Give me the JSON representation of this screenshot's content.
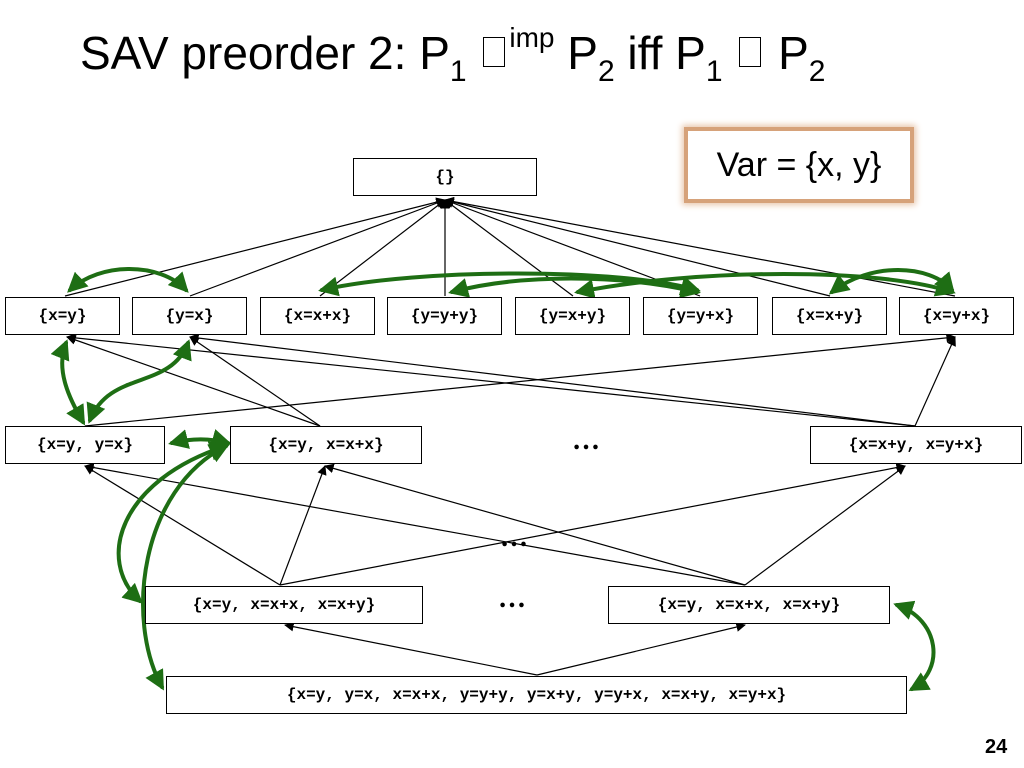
{
  "title": {
    "part1": "SAV preorder 2: P",
    "sub1": "1",
    "sup_imp": "imp",
    "part2": " P",
    "sub2": "2",
    "part3": " iff  P",
    "sub3": "1",
    "part4": " P",
    "sub4": "2"
  },
  "var_box": {
    "text": "Var = {x, y}"
  },
  "nodes": {
    "top": "{}",
    "xy": "{x=y}",
    "yx": "{y=x}",
    "xxx": "{x=x+x}",
    "yyy": "{y=y+y}",
    "yxy": "{y=x+y}",
    "yyx": "{y=y+x}",
    "xxy": "{x=x+y}",
    "xyx": "{x=y+x}",
    "xy_yx": "{x=y, y=x}",
    "xy_xxx": "{x=y, x=x+x}",
    "xxy_xyx": "{x=x+y, x=y+x}",
    "l3_left": "{x=y, x=x+x, x=x+y}",
    "l3_right": "{x=y, x=x+x, x=x+y}",
    "bottom": "{x=y, y=x, x=x+x, y=y+y, y=x+y, y=y+x, x=x+y, x=y+x}"
  },
  "ellipses": {
    "l2": "…",
    "mid": "…",
    "l3": "…"
  },
  "page_number": "24",
  "colors": {
    "order_edge": "#000000",
    "equivalence_edge": "#1e6e14",
    "var_box_border": "#d6a27a"
  }
}
